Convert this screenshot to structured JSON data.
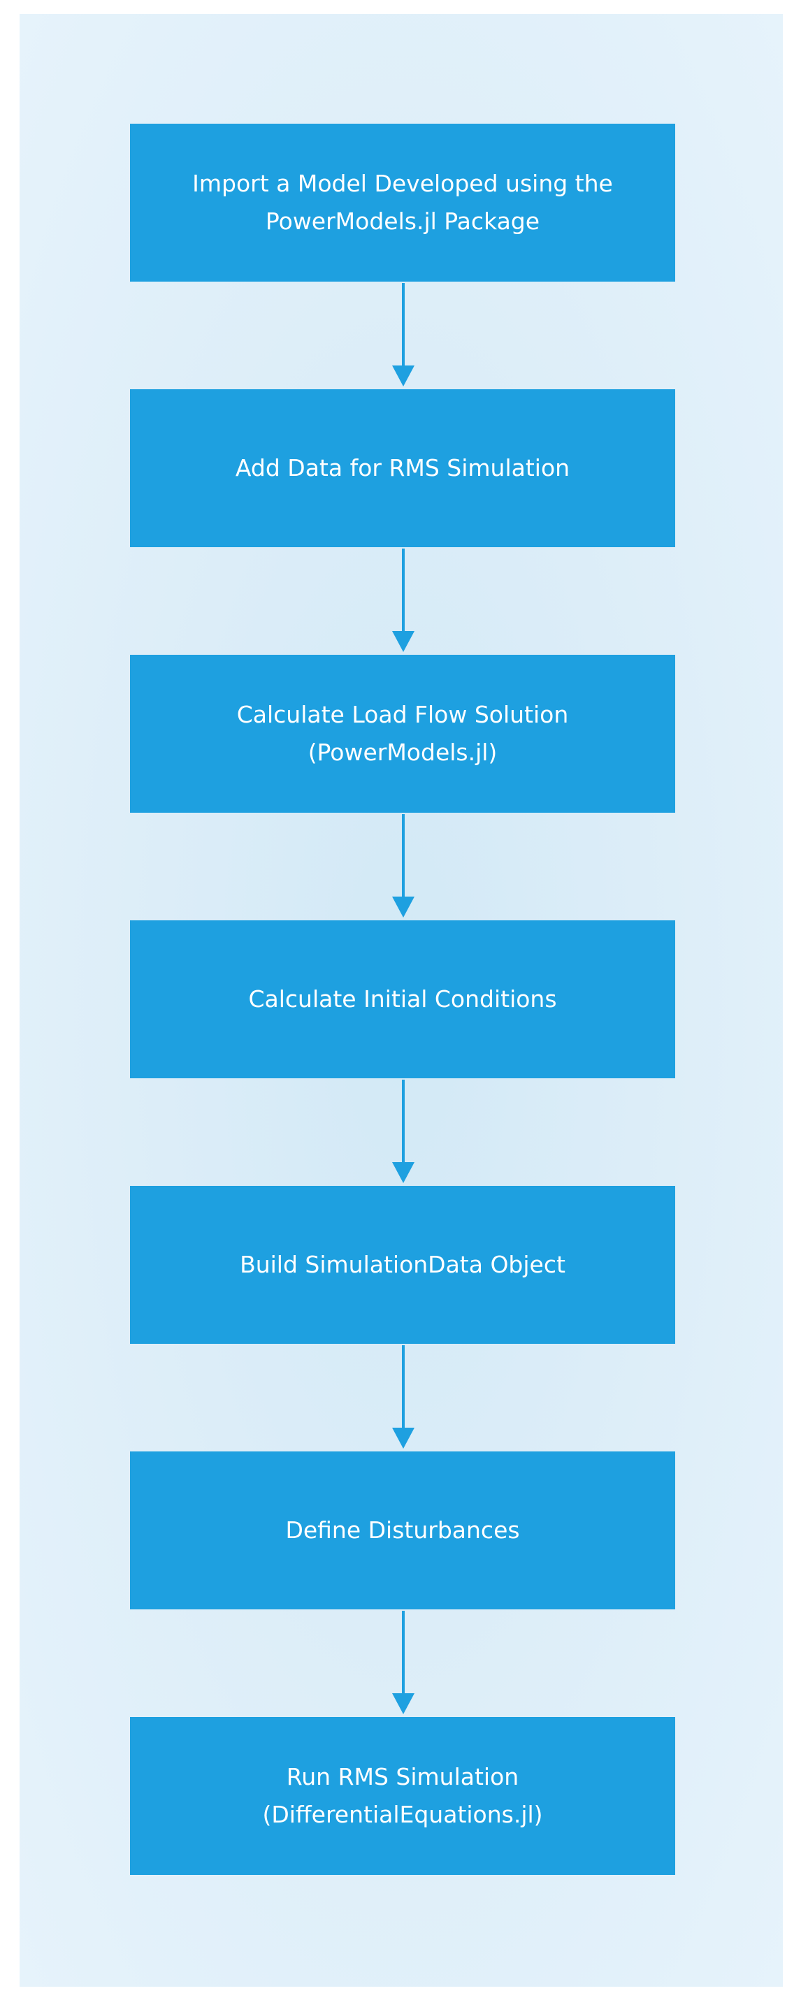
{
  "flowchart": {
    "steps": [
      {
        "lines": [
          "Import a Model Developed using the",
          "PowerModels.jl Package"
        ]
      },
      {
        "lines": [
          "Add Data for RMS Simulation"
        ]
      },
      {
        "lines": [
          "Calculate Load Flow Solution",
          "(PowerModels.jl)"
        ]
      },
      {
        "lines": [
          "Calculate Initial Conditions"
        ]
      },
      {
        "lines": [
          "Build SimulationData Object"
        ]
      },
      {
        "lines": [
          "Define Disturbances"
        ]
      },
      {
        "lines": [
          "Run RMS Simulation",
          "(DifferentialEquations.jl)"
        ]
      }
    ],
    "colors": {
      "box_fill": "#1ea0e0",
      "box_text": "#ffffff",
      "arrow": "#1ea0e0",
      "background": "#dcedf8"
    }
  }
}
